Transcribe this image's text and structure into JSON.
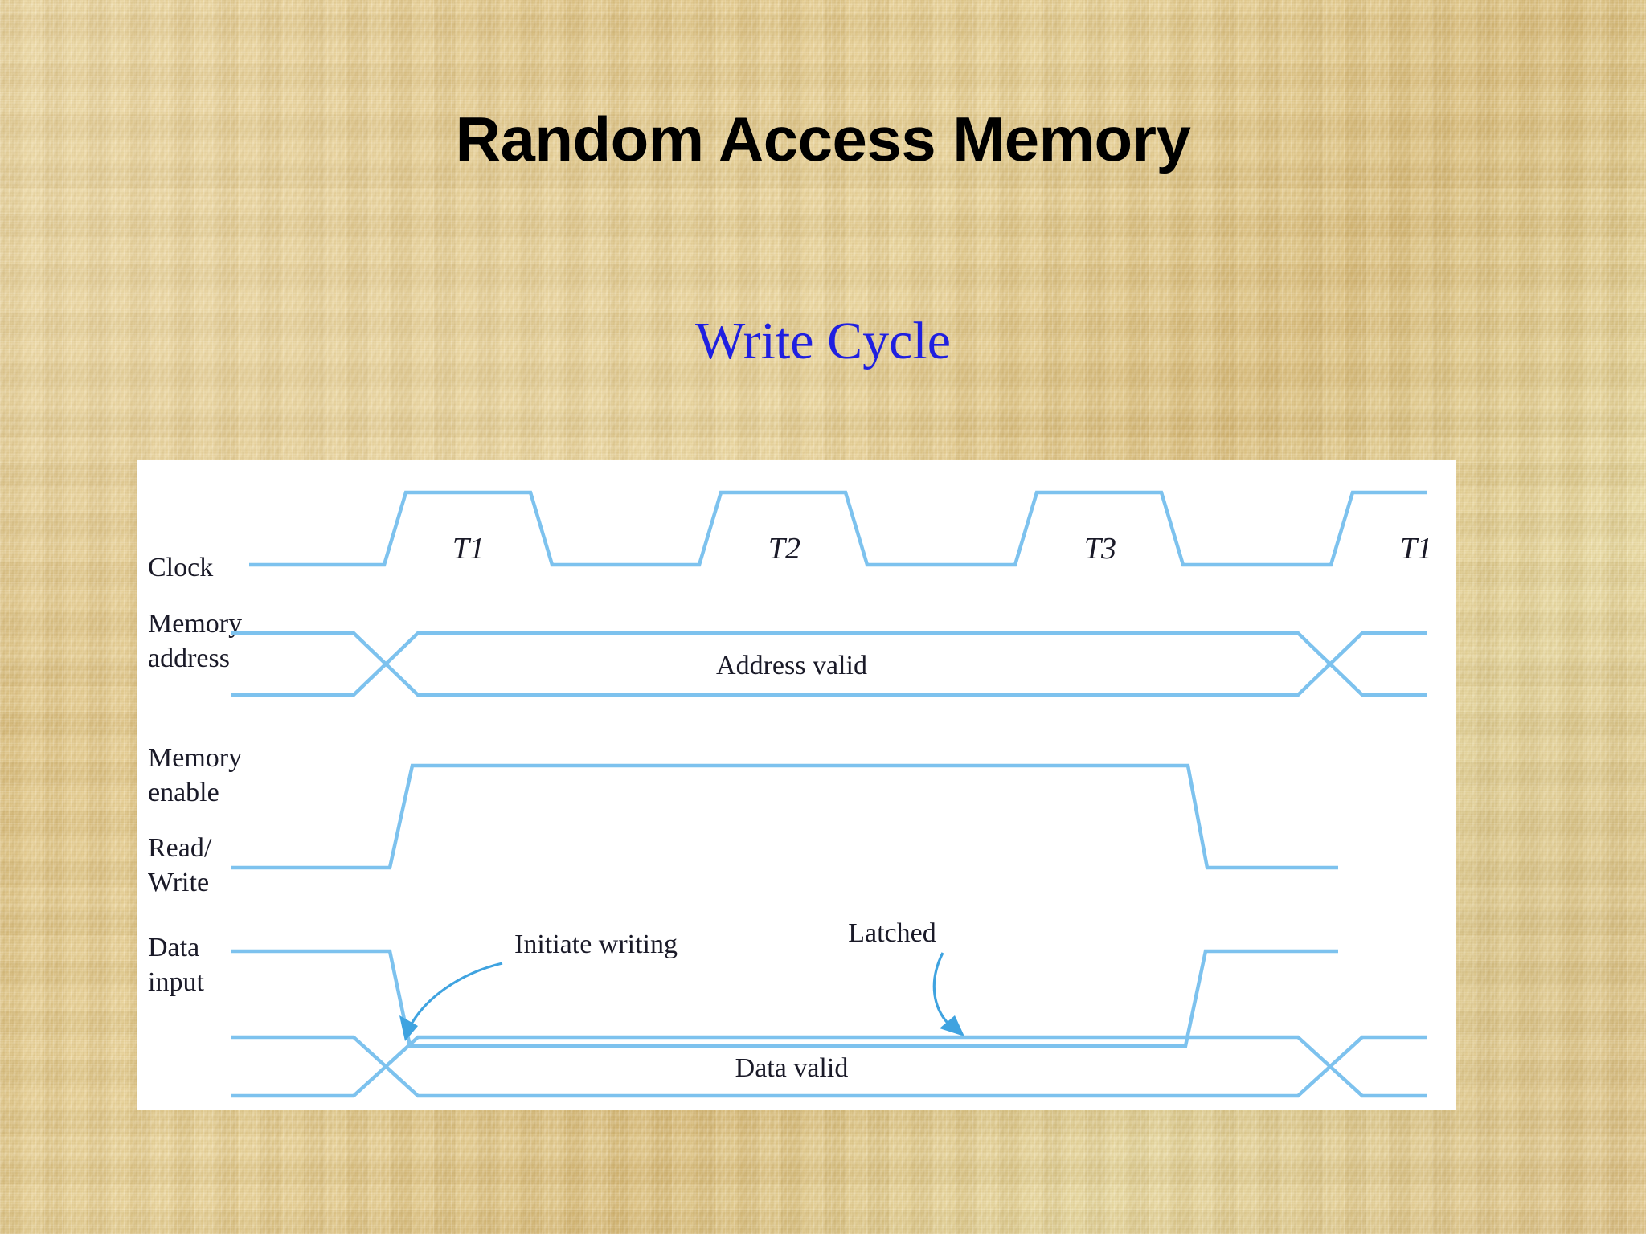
{
  "slide": {
    "title": "Random Access Memory",
    "subtitle": "Write Cycle",
    "background_color": "#e6cd92",
    "title_color": "#000000",
    "subtitle_color": "#1f1fe0"
  },
  "figure": {
    "panel_background": "#ffffff",
    "wave_color": "#7dc2ee",
    "text_color": "#1a1a28",
    "signals": [
      {
        "id": "clock",
        "label_line1": "Clock",
        "label_line2": ""
      },
      {
        "id": "memory-address",
        "label_line1": "Memory",
        "label_line2": "address"
      },
      {
        "id": "memory-enable",
        "label_line1": "Memory",
        "label_line2": "enable"
      },
      {
        "id": "read-write",
        "label_line1": "Read/",
        "label_line2": "Write"
      },
      {
        "id": "data-input",
        "label_line1": "Data",
        "label_line2": "input"
      }
    ],
    "clock_phases": [
      "T1",
      "T2",
      "T3",
      "T1"
    ],
    "bus_labels": {
      "address": "Address valid",
      "data": "Data valid"
    },
    "annotations": [
      {
        "id": "initiate-writing",
        "text": "Initiate writing"
      },
      {
        "id": "latched",
        "text": "Latched"
      }
    ]
  },
  "chart_data": {
    "type": "line",
    "title": "RAM Write Cycle timing diagram",
    "xlabel": "",
    "ylabel": "",
    "x": [
      0,
      1,
      2,
      3
    ],
    "tick_labels": [
      "T1",
      "T2",
      "T3",
      "T1"
    ],
    "grid": false,
    "legend": "none",
    "series": [
      {
        "name": "Clock",
        "values": [
          1,
          1,
          1,
          1
        ],
        "description": "Square wave, one pulse per phase T1 T2 T3 T1"
      },
      {
        "name": "Memory address",
        "values": [
          0,
          1,
          1,
          0
        ],
        "description": "Bus transitions to Address valid at start of T1 and changes at end of T3"
      },
      {
        "name": "Memory enable",
        "values": [
          0,
          1,
          1,
          0
        ],
        "description": "Goes high at start of T1, returns low near end of T3"
      },
      {
        "name": "Read/Write",
        "values": [
          1,
          0,
          0,
          1
        ],
        "description": "Goes low (write) at start of T1, returns high near end of T3"
      },
      {
        "name": "Data input",
        "values": [
          0,
          1,
          1,
          0
        ],
        "description": "Bus holds Data valid through T1 to T3"
      }
    ],
    "annotations": [
      {
        "text": "Initiate writing",
        "points_to": "Read/Write falling edge at start of T1"
      },
      {
        "text": "Latched",
        "points_to": "Read/Write rising edge near end of T3"
      },
      {
        "text": "Address valid",
        "points_to": "Memory address bus"
      },
      {
        "text": "Data valid",
        "points_to": "Data input bus"
      }
    ]
  }
}
